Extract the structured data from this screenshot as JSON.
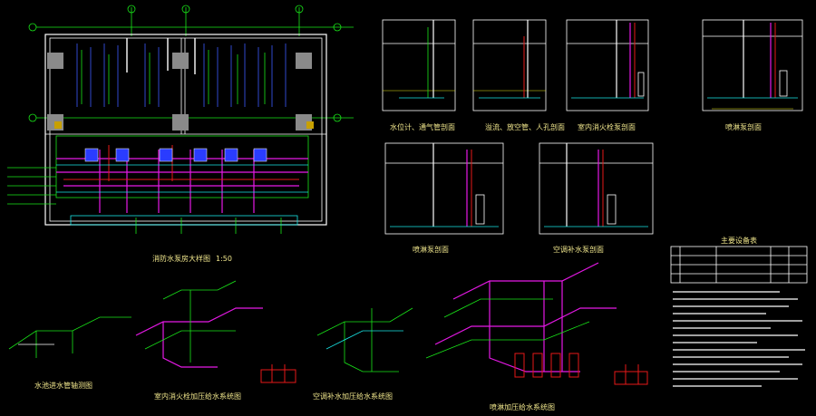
{
  "colors": {
    "background": "#000000",
    "title": "#f0e68c",
    "wall": "#ffffff",
    "pipe_magenta": "#e619e6",
    "pipe_green": "#19e619",
    "pipe_cyan": "#19e6e6",
    "pipe_red": "#e61919",
    "column_gray": "#8a8a8a"
  },
  "titles": {
    "plan": "消防水泵房大样图",
    "plan_scale": "1:50",
    "sec_level": "水位计、通气管剖面",
    "sec_overflow": "溢流、放空管、人孔剖面",
    "sec_indoor": "室内消火栓泵剖面",
    "sec_spray1": "喷淋泵剖面",
    "sec_spray2": "喷淋泵剖面",
    "sec_ac": "空调补水泵剖面",
    "iso_tank": "水池进水管轴测图",
    "iso_indoor": "室内消火栓加压给水系统图",
    "iso_ac": "空调补水加压给水系统图",
    "iso_spray": "喷淋加压给水系统图",
    "legend": "主要设备表"
  }
}
